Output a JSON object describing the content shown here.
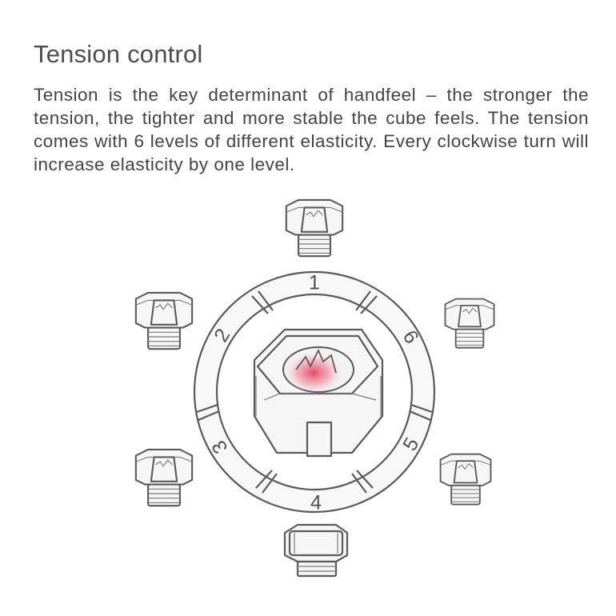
{
  "title": "Tension control",
  "description": "Tension is the key determinant of handfeel – the stronger the tension, the tighter and more stable the cube feels. The tension comes with 6 levels of different elasticity. Every clockwise turn will increase elasticity by one level.",
  "dial": {
    "levels": [
      "1",
      "2",
      "3",
      "4",
      "5",
      "6"
    ]
  },
  "colors": {
    "text": "#4a4a4a",
    "highlight": "#e8365a",
    "outline": "#5a5a5a"
  },
  "icons": [
    "tension-nut-icon",
    "tension-dial-icon"
  ]
}
